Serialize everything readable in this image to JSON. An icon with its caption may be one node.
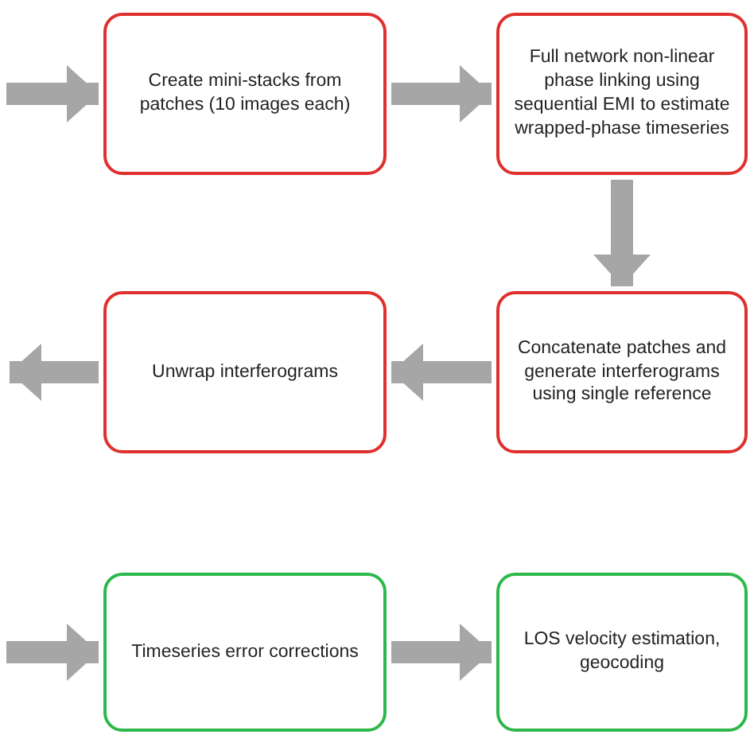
{
  "diagram": {
    "nodes": [
      {
        "text": [
          "Create mini-stacks from patches (10 images each)"
        ]
      },
      {
        "text": [
          "Full network non-linear phase linking using sequential EMI to estimate wrapped-phase timeseries"
        ]
      },
      {
        "text": [
          "Unwrap interferograms"
        ]
      },
      {
        "text": [
          "Concatenate patches and generate interferograms using single reference"
        ]
      },
      {
        "text": [
          "Timeseries error corrections"
        ]
      },
      {
        "text": [
          "LOS velocity estimation, geocoding"
        ]
      }
    ],
    "edges": [
      {
        "from": null,
        "to": 0,
        "arrow": "to"
      },
      {
        "from": 0,
        "to": 1,
        "arrow": "to"
      },
      {
        "from": 1,
        "to": 3,
        "arrow": "to"
      },
      {
        "from": 3,
        "to": 2,
        "arrow": "to"
      },
      {
        "from": 2,
        "to": null,
        "arrow": "to"
      },
      {
        "from": null,
        "to": 4,
        "arrow": "to"
      },
      {
        "from": 4,
        "to": 5,
        "arrow": "to"
      }
    ]
  }
}
